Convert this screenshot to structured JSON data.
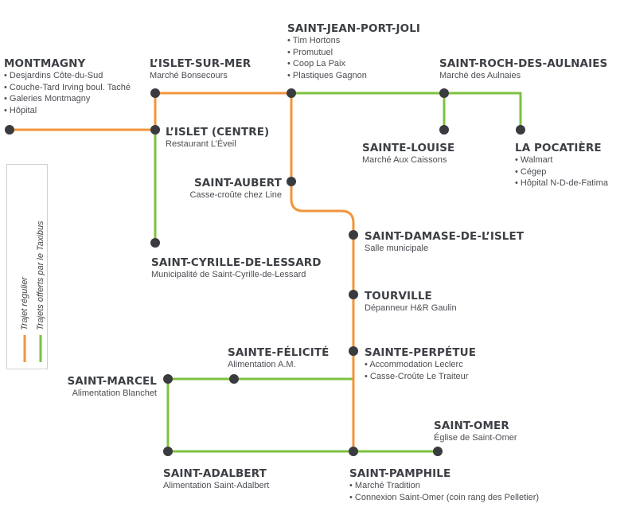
{
  "colors": {
    "regular": "#F2953B",
    "taxibus": "#7DC23F",
    "stop": "#3A3B3E"
  },
  "legend": {
    "regular": "Trajet régulier",
    "taxibus": "Trajets offerts par le Taxibus"
  },
  "stops": {
    "montmagny": {
      "name": "MONTMAGNY",
      "items": [
        "Desjardins Côte-du-Sud",
        "Couche-Tard Irving boul. Taché",
        "Galeries Montmagny",
        "Hôpital"
      ]
    },
    "lislet_sur_mer": {
      "name": "L’ISLET-SUR-MER",
      "subtitle": "Marché Bonsecours"
    },
    "saint_jean_port_joli": {
      "name": "SAINT-JEAN-PORT-JOLI",
      "items": [
        "Tim Hortons",
        "Promutuel",
        "Coop La Paix",
        "Plastiques Gagnon"
      ]
    },
    "saint_roch": {
      "name": "SAINT-ROCH-DES-AULNAIES",
      "subtitle": "Marché des Aulnaies"
    },
    "lislet_centre": {
      "name": "L’ISLET (CENTRE)",
      "subtitle": "Restaurant L’Éveil"
    },
    "sainte_louise": {
      "name": "SAINTE-LOUISE",
      "subtitle": "Marché Aux Caissons"
    },
    "la_pocatiere": {
      "name": "LA POCATIÈRE",
      "items": [
        "Walmart",
        "Cégep",
        "Hôpital N-D-de-Fatima"
      ]
    },
    "saint_aubert": {
      "name": "SAINT-AUBERT",
      "subtitle": "Casse-croûte chez Line"
    },
    "saint_damase": {
      "name": "SAINT-DAMASE-DE-L’ISLET",
      "subtitle": "Salle municipale"
    },
    "saint_cyrille": {
      "name": "SAINT-CYRILLE-DE-LESSARD",
      "subtitle": "Municipalité de Saint-Cyrille-de-Lessard"
    },
    "tourville": {
      "name": "TOURVILLE",
      "subtitle": "Dépanneur H&R Gaulin"
    },
    "sainte_felicite": {
      "name": "SAINTE-FÉLICITÉ",
      "subtitle": "Alimentation A.M."
    },
    "sainte_perpetue": {
      "name": "SAINTE-PERPÉTUE",
      "items": [
        "Accommodation Leclerc",
        "Casse-Croûte Le Traiteur"
      ]
    },
    "saint_marcel": {
      "name": "SAINT-MARCEL",
      "subtitle": "Alimentation Blanchet"
    },
    "saint_omer": {
      "name": "SAINT-OMER",
      "subtitle": "Église de Saint-Omer"
    },
    "saint_adalbert": {
      "name": "SAINT-ADALBERT",
      "subtitle": "Alimentation Saint-Adalbert"
    },
    "saint_pamphile": {
      "name": "SAINT-PAMPHILE",
      "items": [
        "Marché Tradition",
        "Connexion Saint-Omer (coin rang des Pelletier)"
      ]
    }
  }
}
